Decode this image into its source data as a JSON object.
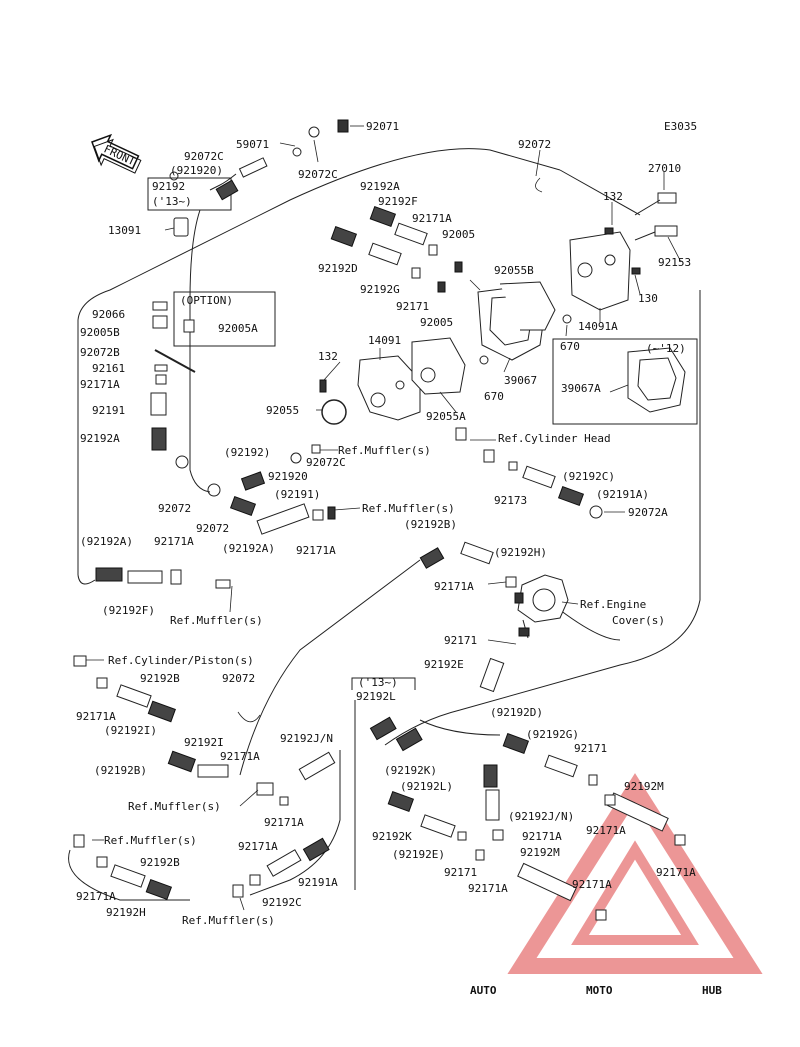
{
  "diagram_code": "E3035",
  "front_label": "FRONT",
  "option_label": "(OPTION)",
  "watermark": {
    "parts": [
      "AUTO",
      "MOTO",
      "HUB"
    ],
    "colors": [
      "#f2b35a",
      "#ef8c8c",
      "#7a7a7a"
    ],
    "triangle_color": "#e57373"
  },
  "labels": {
    "p59071": "59071",
    "p92072c_a": "92072C",
    "p921920a": "(921920)",
    "p92192_a": "92192",
    "p13_a": "('13~)",
    "p13091": "13091",
    "p92071": "92071",
    "p92072c_b": "92072C",
    "p92072_a": "92072",
    "p27010": "27010",
    "p132_a": "132",
    "p92192a_a": "92192A",
    "p92192f_a": "92192F",
    "p92171a_a": "92171A",
    "p92005_a": "92005",
    "p92192d_a": "92192D",
    "p92192g_a": "92192G",
    "p92055b": "92055B",
    "p92153": "92153",
    "p130": "130",
    "p14091a": "14091A",
    "p92171_a": "92171",
    "p92005_b": "92005",
    "p670_a": "670",
    "p670_b": "670",
    "p39067": "39067",
    "p13_12": "(~'12)",
    "p39067a": "39067A",
    "p92066": "92066",
    "p92005b": "92005B",
    "p92005a": "92005A",
    "p92072b": "92072B",
    "p92161": "92161",
    "p92171a_b": "92171A",
    "p92191": "92191",
    "p92192a_b": "92192A",
    "p132_b": "132",
    "p14091": "14091",
    "p92055": "92055",
    "p92055a": "92055A",
    "ref_muffler_1": "Ref.Muffler(s)",
    "ref_cyl_head": "Ref.Cylinder Head",
    "p92192_b": "(92192)",
    "p92072c_c": "92072C",
    "p921920b": "921920",
    "p92072_b": "92072",
    "p92072_c": "92072",
    "p92191b": "(92191)",
    "ref_muffler_2": "Ref.Muffler(s)",
    "p92192a_c": "(92192A)",
    "p92171a_c": "92171A",
    "p92192c_a": "(92192C)",
    "p92173": "92173",
    "p92191a_a": "(92191A)",
    "p92072a": "92072A",
    "p92192b_a": "(92192B)",
    "p92192h_a": "(92192H)",
    "p92192a_d": "(92192A)",
    "p92171a_d": "92171A",
    "p92192f_b": "(92192F)",
    "ref_muffler_3": "Ref.Muffler(s)",
    "p92171a_e": "92171A",
    "ref_engine_cover": "Ref.Engine",
    "ref_engine_cover2": "Cover(s)",
    "p92171_b": "92171",
    "p92192e_a": "92192E",
    "ref_cyl_piston": "Ref.Cylinder/Piston(s)",
    "p92171a_f": "92171A",
    "p92192b_b": "92192B",
    "p92192i_a": "(92192I)",
    "p92072_d": "92072",
    "p92192i_b": "92192I",
    "p92192b_c": "(92192B)",
    "p92171a_g": "92171A",
    "ref_muffler_4": "Ref.Muffler(s)",
    "p92171a_h": "92171A",
    "p13_b": "('13~)",
    "p92192l_a": "92192L",
    "p92192jn_a": "92192J/N",
    "p92192k_a": "(92192K)",
    "p92192l_b": "(92192L)",
    "p92192d_b": "(92192D)",
    "p92192g_b": "(92192G)",
    "p92171_c": "92171",
    "p92192m_a": "92192M",
    "p92192jn_b": "(92192J/N)",
    "p92171a_i": "92171A",
    "p92171a_j": "92171A",
    "p92171a_k": "92171A",
    "ref_muffler_5": "Ref.Muffler(s)",
    "p92171a_l": "92171A",
    "p92192b_d": "92192B",
    "p92192h_b": "92192H",
    "p92171a_m": "92171A",
    "p92191a_b": "92191A",
    "p92192c_b": "92192C",
    "ref_muffler_6": "Ref.Muffler(s)",
    "p92192k_b": "92192K",
    "p92192e_b": "(92192E)",
    "p92171_d": "92171",
    "p92171a_n": "92171A",
    "p92192m_b": "92192M",
    "p92171a_o": "92171A"
  }
}
